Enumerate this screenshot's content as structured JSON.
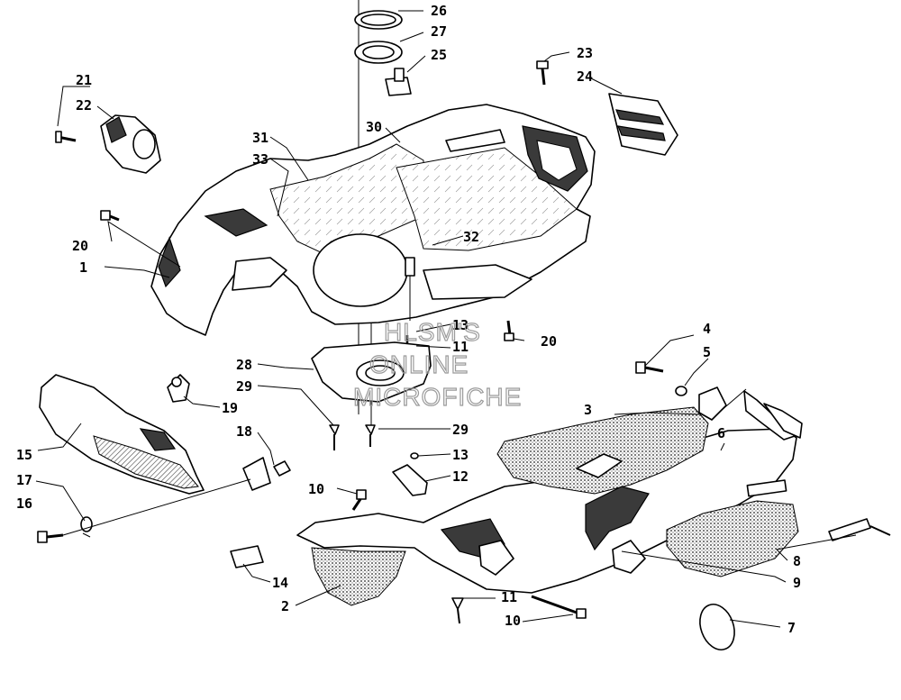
{
  "watermark": {
    "line1": "HLSM'S",
    "line2": "ONLINE",
    "line3": "MICROFICHE"
  },
  "callouts": {
    "c1": "1",
    "c2": "2",
    "c3": "3",
    "c4": "4",
    "c5": "5",
    "c6": "6",
    "c7": "7",
    "c8": "8",
    "c9": "9",
    "c10a": "10",
    "c10b": "10",
    "c11a": "11",
    "c11b": "11",
    "c12": "12",
    "c13a": "13",
    "c13b": "13",
    "c14": "14",
    "c15": "15",
    "c16": "16",
    "c17": "17",
    "c18": "18",
    "c19": "19",
    "c20a": "20",
    "c20b": "20",
    "c21": "21",
    "c22": "22",
    "c23": "23",
    "c24": "24",
    "c25": "25",
    "c26": "26",
    "c27": "27",
    "c28": "28",
    "c29a": "29",
    "c29b": "29",
    "c30": "30",
    "c31": "31",
    "c32": "32",
    "c33": "33"
  }
}
